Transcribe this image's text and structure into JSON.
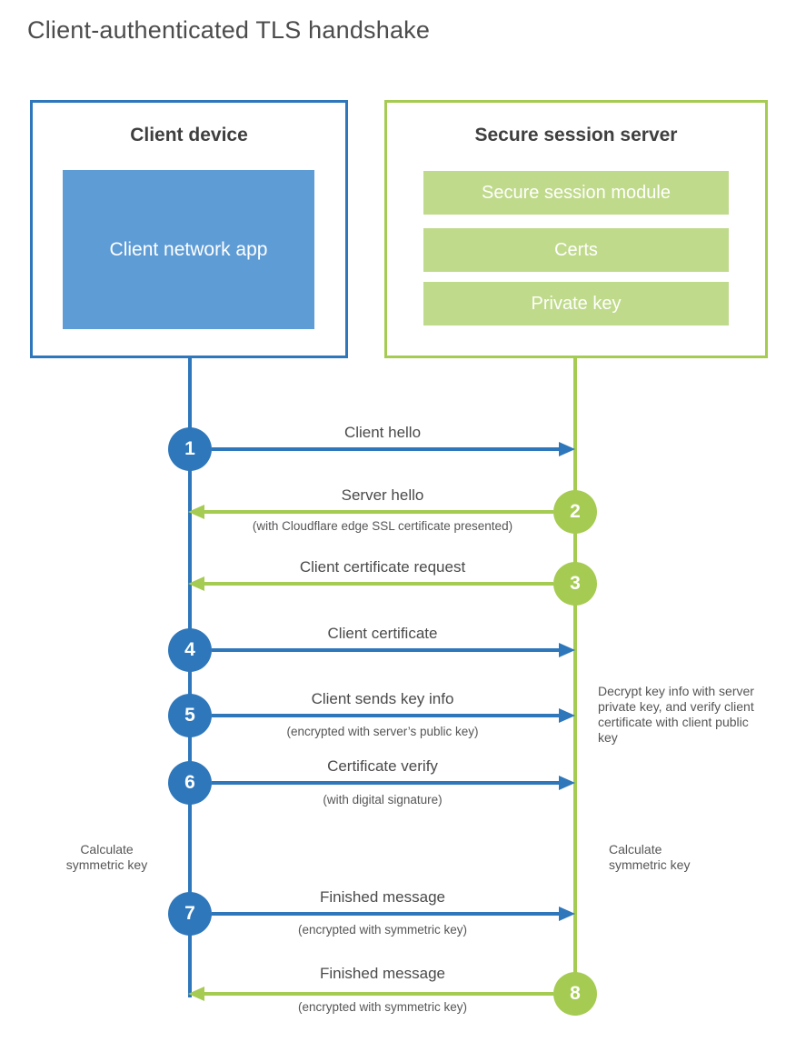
{
  "title": "Client-authenticated TLS handshake",
  "colors": {
    "client_blue": "#2e77bb",
    "client_fill_blue": "#5e9cd6",
    "server_green": "#a5cb52",
    "server_fill_green": "#c0da8b",
    "heading_text": "#3f3f3f",
    "label_text": "#4a4a4a"
  },
  "client": {
    "title": "Client device",
    "app_label": "Client network app"
  },
  "server": {
    "title": "Secure session server",
    "modules": [
      "Secure session module",
      "Certs",
      "Private key"
    ]
  },
  "steps": [
    {
      "num": "1",
      "from": "client",
      "direction": "right",
      "label": "Client hello",
      "sublabel": ""
    },
    {
      "num": "2",
      "from": "server",
      "direction": "left",
      "label": "Server hello",
      "sublabel": "(with Cloudflare edge SSL certificate presented)"
    },
    {
      "num": "3",
      "from": "server",
      "direction": "left",
      "label": "Client certificate request",
      "sublabel": ""
    },
    {
      "num": "4",
      "from": "client",
      "direction": "right",
      "label": "Client certificate",
      "sublabel": ""
    },
    {
      "num": "5",
      "from": "client",
      "direction": "right",
      "label": "Client sends key info",
      "sublabel": "(encrypted with server’s public key)"
    },
    {
      "num": "6",
      "from": "client",
      "direction": "right",
      "label": "Certificate verify",
      "sublabel": "(with digital signature)"
    },
    {
      "num": "7",
      "from": "client",
      "direction": "right",
      "label": "Finished message",
      "sublabel": "(encrypted with symmetric key)"
    },
    {
      "num": "8",
      "from": "server",
      "direction": "left",
      "label": "Finished message",
      "sublabel": "(encrypted with symmetric key)"
    }
  ],
  "notes": {
    "decrypt": "Decrypt key info with server private key, and verify client certificate with client public key",
    "calculate_left": "Calculate symmetric key",
    "calculate_right": "Calculate symmetric key"
  }
}
